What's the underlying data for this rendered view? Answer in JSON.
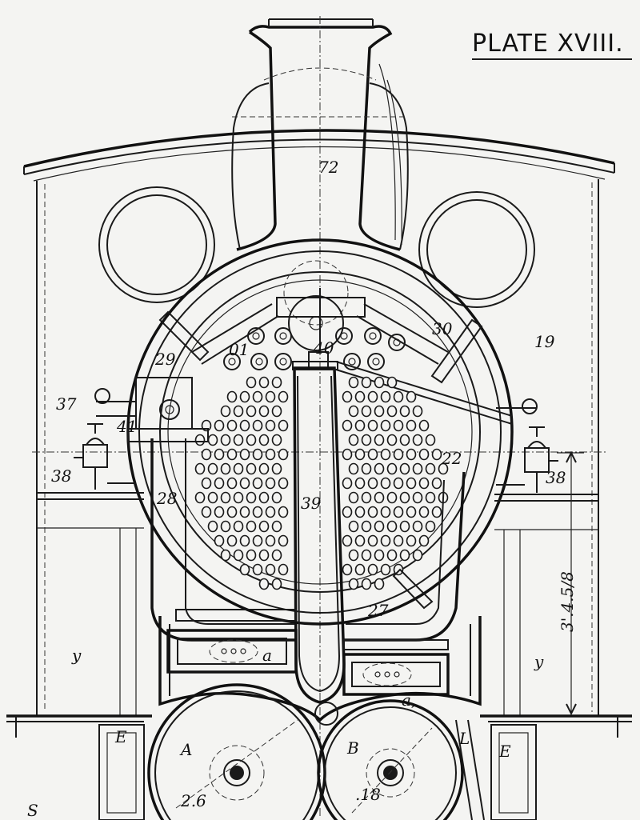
{
  "plate_title": "PLATE XVIII.",
  "labels": {
    "chimney": "72",
    "cab_right": "19",
    "upper_right_steam": "30",
    "upper_left_steam": "29",
    "left_pipe_number": "01",
    "top_center": "40",
    "left_fitting_a": "37",
    "left_fitting_b": "41",
    "left_cock": "38",
    "right_cock": "38",
    "left_pipe": "28",
    "center_pipe": "39",
    "right_side": "22",
    "lower_right": "27",
    "left_y": "y",
    "right_y": "y",
    "left_e": "E",
    "right_e": "E",
    "cyl_a": "A",
    "cyl_b": "B",
    "letter_l": "L",
    "valve_a": "a",
    "valve_a1": "a,",
    "dim_height": "3'.4.5/8",
    "dim_left": "2.6",
    "dim_right": ".18",
    "edge_s": "S"
  }
}
